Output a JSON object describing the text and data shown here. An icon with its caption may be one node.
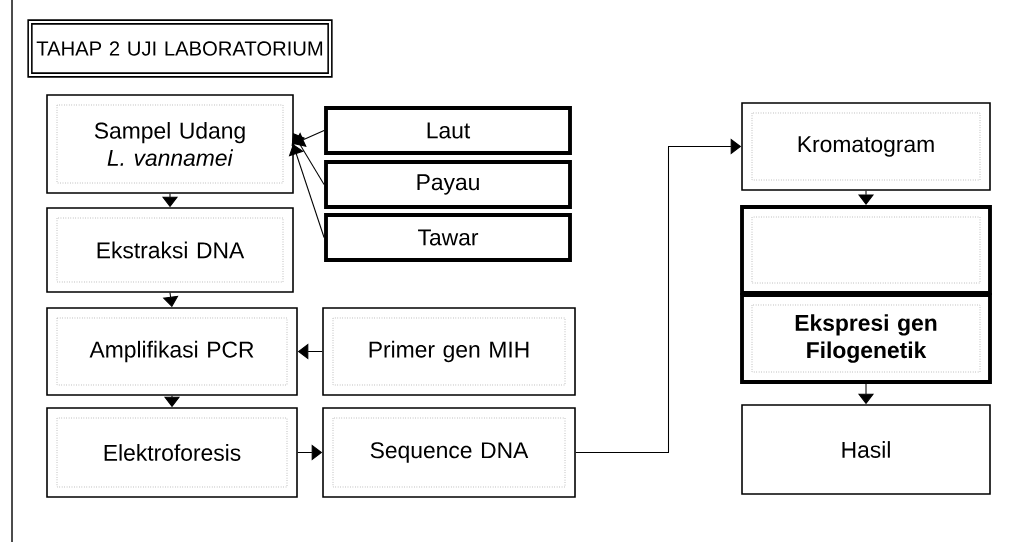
{
  "diagram": {
    "nodes": [
      {
        "text": [
          "Sampel Udang *L. vannamei*"
        ]
      },
      {
        "text": [
          "Laut"
        ]
      },
      {
        "text": [
          "Payau"
        ]
      },
      {
        "text": [
          "Tawar"
        ]
      },
      {
        "text": [
          "Ekstraksi DNA"
        ]
      },
      {
        "text": [
          "Amplifikasi PCR"
        ]
      },
      {
        "text": [
          "Primer gen MIH"
        ]
      },
      {
        "text": [
          "Elektroforesis"
        ]
      },
      {
        "text": [
          "Sequence DNA"
        ]
      },
      {
        "text": [
          "Kromatogram"
        ]
      },
      {
        "text": [],
        "shape": "box"
      },
      {
        "text": [
          "Ekspresi gen Filogenetik"
        ]
      },
      {
        "text": [
          "Hasil"
        ]
      },
      {
        "text": [
          "TAHAP 2 UJI LABORATORIUM"
        ]
      }
    ],
    "edges": [
      {
        "from": 1,
        "to": 0,
        "arrow": "to"
      },
      {
        "from": 2,
        "to": 0,
        "arrow": "to"
      },
      {
        "from": 3,
        "to": 0,
        "arrow": "to"
      },
      {
        "from": 0,
        "to": 4,
        "arrow": "to"
      },
      {
        "from": 4,
        "to": 5,
        "arrow": "to"
      },
      {
        "from": 6,
        "to": 5,
        "arrow": "to"
      },
      {
        "from": 5,
        "to": 7,
        "arrow": "to"
      },
      {
        "from": 7,
        "to": 8,
        "arrow": "to"
      },
      {
        "from": 8,
        "to": 9,
        "arrow": "to"
      },
      {
        "from": 9,
        "to": 10,
        "arrow": "to"
      },
      {
        "from": 11,
        "to": 12,
        "arrow": "to"
      }
    ]
  }
}
